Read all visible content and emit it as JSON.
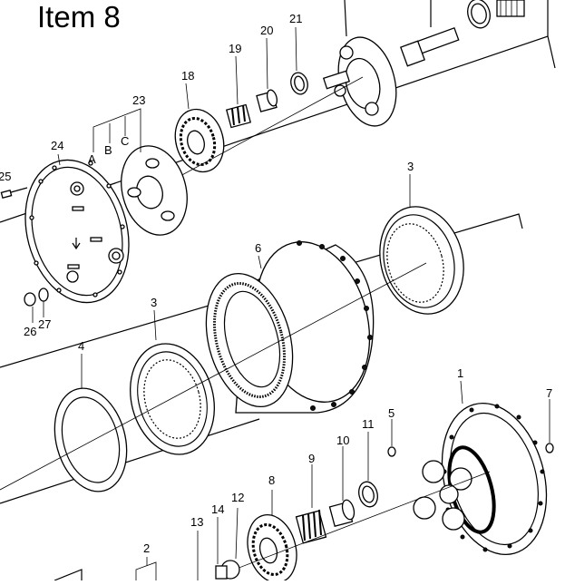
{
  "title": "Item 8",
  "callouts": {
    "p1": "1",
    "p2": "2",
    "p3a": "3",
    "p3b": "3",
    "p4": "4",
    "p5": "5",
    "p6": "6",
    "p7": "7",
    "p8": "8",
    "p9": "9",
    "p10": "10",
    "p11": "11",
    "p12": "12",
    "p13": "13",
    "p14": "14",
    "p18": "18",
    "p19": "19",
    "p20": "20",
    "p21": "21",
    "p23": "23",
    "p24": "24",
    "p25": "25",
    "p26": "26",
    "p27": "27",
    "subA": "A",
    "subB": "B",
    "subC": "C"
  }
}
